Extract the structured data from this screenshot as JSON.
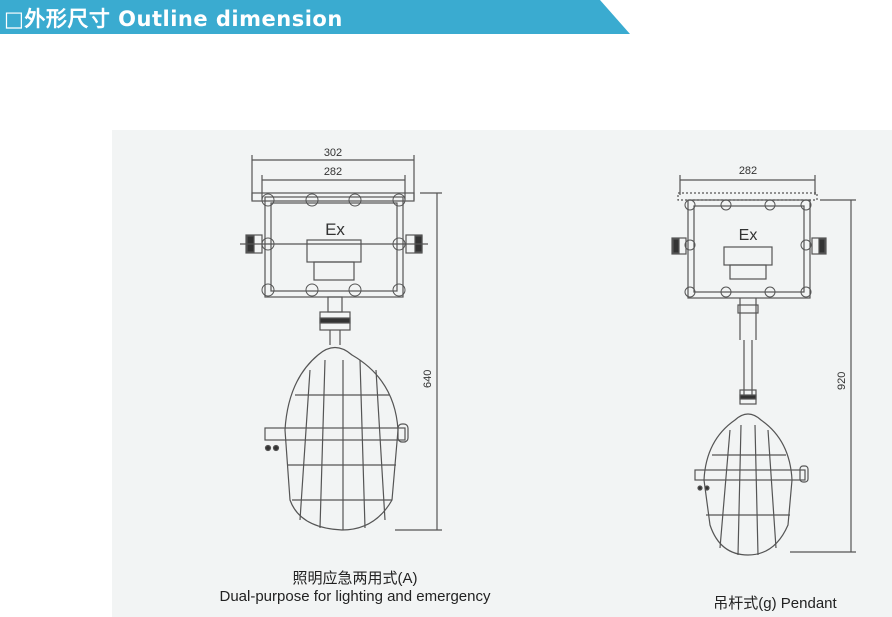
{
  "header": {
    "title": "□外形尺寸  Outline dimension",
    "bar_color": "#3aabd0"
  },
  "left_figure": {
    "dim_outer": "302",
    "dim_inner": "282",
    "dim_height": "640",
    "ex_mark": "Ex",
    "caption_cn": "照明应急两用式(A)",
    "caption_en": "Dual-purpose for lighting and emergency"
  },
  "right_figure": {
    "dim_width": "282",
    "dim_height": "920",
    "ex_mark": "Ex",
    "caption": "吊杆式(g) Pendant"
  }
}
